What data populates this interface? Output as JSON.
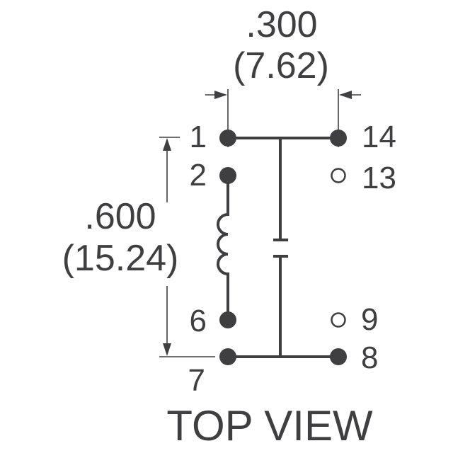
{
  "diagram": {
    "view_label": "TOP VIEW",
    "colors": {
      "ink": "#3f3f41",
      "background": "#ffffff"
    },
    "dimensions": {
      "horizontal": {
        "inches": ".300",
        "mm": "(7.62)"
      },
      "vertical": {
        "inches": ".600",
        "mm": "(15.24)"
      }
    },
    "pins": [
      {
        "label": "1",
        "filled": true
      },
      {
        "label": "2",
        "filled": true
      },
      {
        "label": "6",
        "filled": true
      },
      {
        "label": "7",
        "filled": true
      },
      {
        "label": "8",
        "filled": true
      },
      {
        "label": "9",
        "filled": false
      },
      {
        "label": "13",
        "filled": false
      },
      {
        "label": "14",
        "filled": true
      }
    ],
    "components": [
      {
        "type": "inductor",
        "between": [
          "2",
          "6"
        ]
      },
      {
        "type": "capacitor",
        "between": [
          "1-14 bus",
          "7-8 bus"
        ]
      }
    ]
  }
}
